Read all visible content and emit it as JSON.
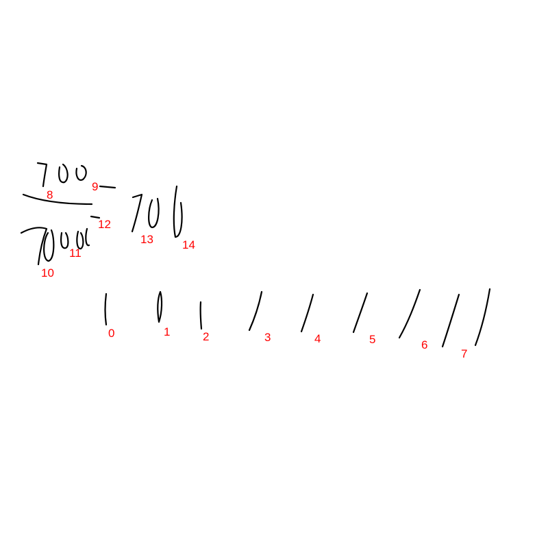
{
  "colors": {
    "ink": "#000000",
    "label": "#ff0000",
    "background": "#ffffff"
  },
  "strokes": [
    {
      "id": "stroke-0",
      "label": "0"
    },
    {
      "id": "stroke-1",
      "label": "1"
    },
    {
      "id": "stroke-2",
      "label": "2"
    },
    {
      "id": "stroke-3",
      "label": "3"
    },
    {
      "id": "stroke-4",
      "label": "4"
    },
    {
      "id": "stroke-5",
      "label": "5"
    },
    {
      "id": "stroke-6",
      "label": "6"
    },
    {
      "id": "stroke-7",
      "label": "7"
    },
    {
      "id": "stroke-8",
      "label": "8"
    },
    {
      "id": "stroke-9",
      "label": "9"
    },
    {
      "id": "stroke-10",
      "label": "10"
    },
    {
      "id": "stroke-11",
      "label": "11"
    },
    {
      "id": "stroke-12",
      "label": "12"
    },
    {
      "id": "stroke-13",
      "label": "13"
    },
    {
      "id": "stroke-14",
      "label": "14"
    }
  ]
}
